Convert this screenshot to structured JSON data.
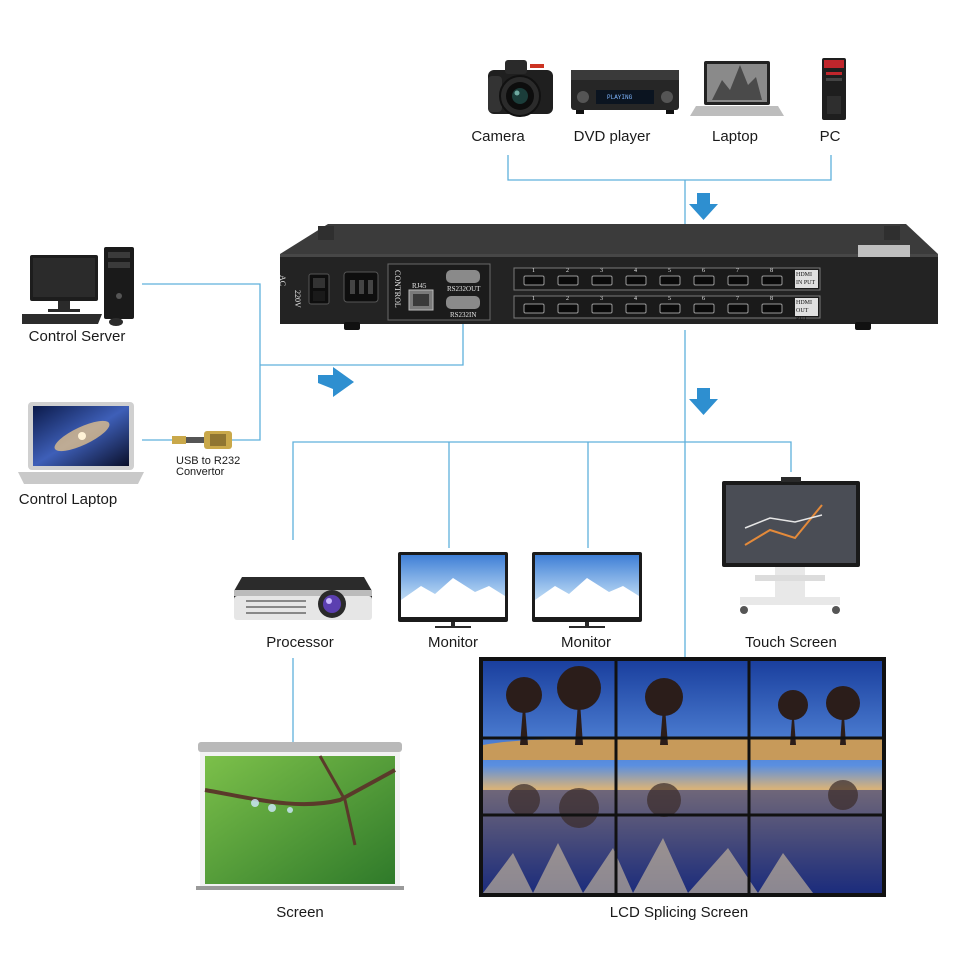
{
  "colors": {
    "line": "#5fb0dc",
    "arrow": "#2e8fd0",
    "device_body": "#262626",
    "device_panel": "#111111"
  },
  "sources": [
    {
      "id": "camera",
      "label": "Camera",
      "icon": "camera-icon"
    },
    {
      "id": "dvd",
      "label": "DVD player",
      "icon": "dvd-player-icon",
      "display_text": "PLAYING"
    },
    {
      "id": "laptop",
      "label": "Laptop",
      "icon": "laptop-icon"
    },
    {
      "id": "pc",
      "label": "PC",
      "icon": "pc-tower-icon"
    }
  ],
  "controllers": [
    {
      "id": "control_server",
      "label": "Control Server",
      "icon": "desktop-computer-icon"
    },
    {
      "id": "control_laptop",
      "label": "Control Laptop",
      "icon": "laptop-icon"
    }
  ],
  "converter": {
    "label_line1": "USB to R232",
    "label_line2": "Convertor",
    "icon": "usb-serial-cable-icon"
  },
  "device": {
    "ac_label": "AC",
    "voltage_label": "220V",
    "control_label": "CONTROL",
    "rj45_label": "RJ45",
    "rs232out_label": "RS232OUT",
    "rs232in_label": "RS232IN",
    "hdmi_in_label": "HDMI IN PUT",
    "hdmi_out_label": "HDMI OUT PUT",
    "port_numbers": [
      "1",
      "2",
      "3",
      "4",
      "5",
      "6",
      "7",
      "8"
    ]
  },
  "outputs": [
    {
      "id": "processor",
      "label": "Processor",
      "icon": "projector-icon"
    },
    {
      "id": "monitor1",
      "label": "Monitor",
      "icon": "monitor-icon"
    },
    {
      "id": "monitor2",
      "label": "Monitor",
      "icon": "monitor-icon"
    },
    {
      "id": "touch_screen",
      "label": "Touch Screen",
      "icon": "touch-screen-stand-icon"
    },
    {
      "id": "screen",
      "label": "Screen",
      "icon": "projection-screen-icon"
    },
    {
      "id": "lcd_wall",
      "label": "LCD Splicing Screen",
      "icon": "video-wall-icon"
    }
  ]
}
